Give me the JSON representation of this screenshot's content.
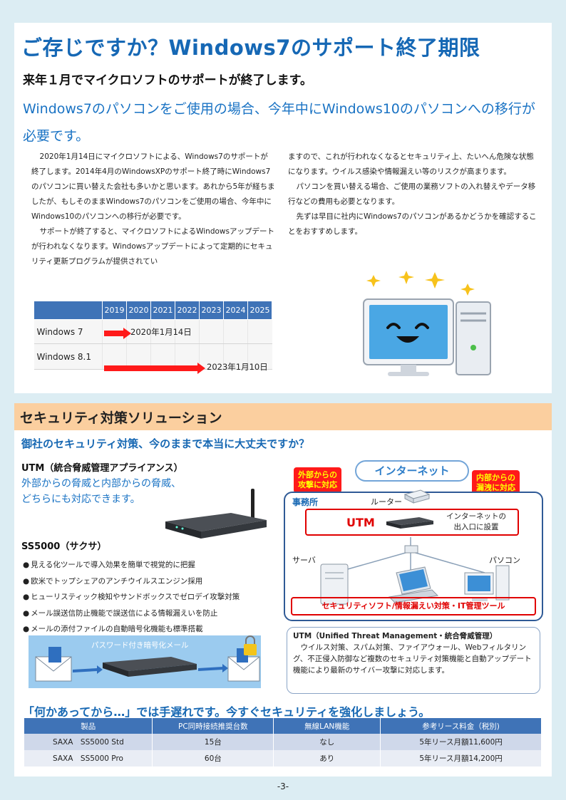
{
  "section1": {
    "title": "ご存じですか？Windows7のサポート終了期限",
    "subtitle": "来年１月でマイクロソフトのサポートが終了します。",
    "lead": "Windows7のパソコンをご使用の場合、今年中にWindows10のパソコンへの移行が必要です。",
    "body_left": [
      "2020年1月14日にマイクロソフトによる、Windows7のサポートが終了します。2014年4月のWindowsXPのサポート終了時にWindows7のパソコンに買い替えた会社も多いかと思います。あれから5年が経ちましたが、もしそのままWindows7のパソコンをご使用の場合、今年中にWindows10のパソコンへの移行が必要です。",
      "サポートが終了すると、マイクロソフトによるWindowsアップデートが行われなくなります。Windowsアップデートによって定期的にセキュリティ更新プログラムが提供されてい"
    ],
    "body_right": [
      "ますので、これが行われなくなるとセキュリティ上、たいへん危険な状態になります。ウイルス感染や情報漏えい等のリスクが高まります。",
      "パソコンを買い替える場合、ご使用の業務ソフトの入れ替えやデータ移行などの費用も必要となります。",
      "先ずは早目に社内にWindows7のパソコンがあるかどうかを確認することをおすすめします。"
    ],
    "timeline": {
      "years": [
        "2019",
        "2020",
        "2021",
        "2022",
        "2023",
        "2024",
        "2025"
      ],
      "rows": [
        {
          "name": "Windows 7",
          "end_label": "2020年1月14日"
        },
        {
          "name": "Windows 8.1",
          "end_label": "2023年1月10日"
        }
      ]
    }
  },
  "section2": {
    "header": "セキュリティ対策ソリューション",
    "question": "御社のセキュリティ対策、今のままで本当に大丈夫ですか？",
    "utm_heading": "UTM（統合脅威管理アプライアンス）",
    "utm_sub1": "外部からの脅威と内部からの脅威、",
    "utm_sub2": "どちらにも対応できます。",
    "ss_heading": "SS5000（サクサ）",
    "bullets": [
      "見える化ツールで導入効果を簡単で視覚的に把握",
      "欧米でトップシェアのアンチウイルスエンジン採用",
      "ヒューリスティック検知やサンドボックスでゼロデイ攻撃対策",
      "メール誤送信防止機能で誤送信による情報漏えいを防止",
      "メールの添付ファイルの自動暗号化機能も標準搭載"
    ],
    "mail_caption": "パスワード付き暗号化メール",
    "diagram": {
      "internet": "インターネット",
      "external": "外部からの攻撃に対応",
      "external_l1": "外部からの",
      "external_l2": "攻撃に対応",
      "internal_l1": "内部からの",
      "internal_l2": "漏洩に対応",
      "office": "事務所",
      "router": "ルーター",
      "utm": "UTM",
      "utm_note_l1": "インターネットの",
      "utm_note_l2": "出入口に設置",
      "server": "サーバ",
      "pc": "パソコン",
      "tools": "セキュリティソフト/情報漏えい対策・IT管理ツール"
    },
    "utm_definition_title": "UTM（Unified Threat Management・統合脅威管理）",
    "utm_definition_body": "ウイルス対策、スパム対策、ファイアウォール、Webフィルタリング、不正侵入防御など複数のセキュリティ対策機能と自動アップデート機能により最新のサイバー攻撃に対応します。",
    "bottom_message": "「何かあってから…」では手遅れです。今すぐセキュリティを強化しましょう。",
    "table": {
      "headers": [
        "製品",
        "PC同時接続推奨台数",
        "無線LAN機能",
        "参考リース料金（税別)"
      ],
      "rows": [
        [
          "SAXA　SS5000 Std",
          "15台",
          "なし",
          "5年リース月額11,600円"
        ],
        [
          "SAXA　SS5000 Pro",
          "60台",
          "あり",
          "5年リース月額14,200円"
        ]
      ]
    }
  },
  "page_number": "-3-",
  "colors": {
    "page_bg": "#dcedf3",
    "title_blue": "#1668b5",
    "table_header": "#3f73b7",
    "arrow_red": "#ff1a1a",
    "section_header": "#fbcf9f"
  }
}
